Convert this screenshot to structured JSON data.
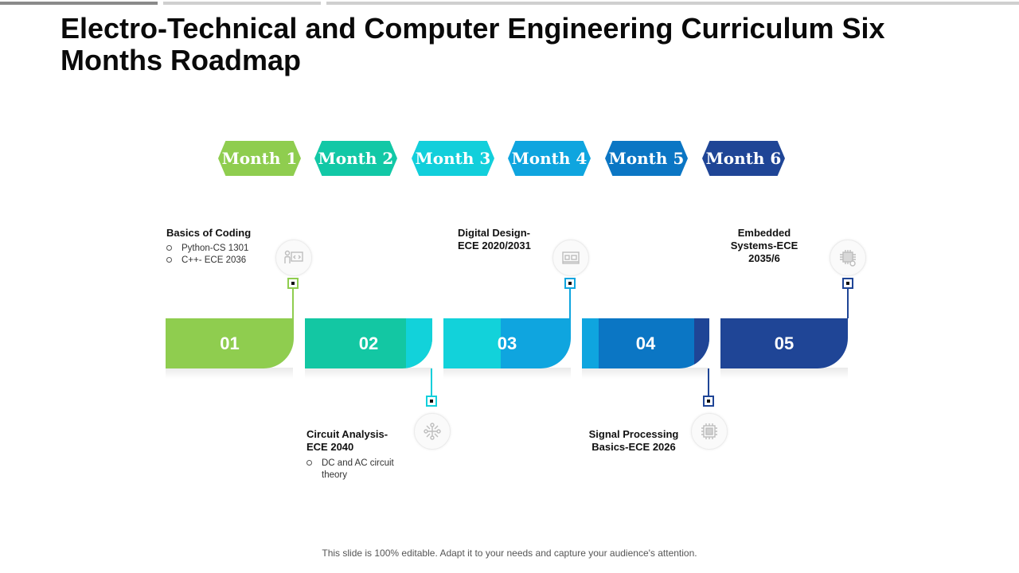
{
  "title": "Electro-Technical and Computer Engineering Curriculum Six Months Roadmap",
  "months": [
    {
      "label": "Month 1",
      "color": "#8fcd4f"
    },
    {
      "label": "Month 2",
      "color": "#12c8a6"
    },
    {
      "label": "Month 3",
      "color": "#12cfdb"
    },
    {
      "label": "Month 4",
      "color": "#0fa5df"
    },
    {
      "label": "Month 5",
      "color": "#0b76c4"
    },
    {
      "label": "Month 6",
      "color": "#1f4596"
    }
  ],
  "stages": [
    {
      "number": "01",
      "title": "Basics of Coding",
      "bullets": [
        "Python-CS 1301",
        "C++- ECE 2036"
      ],
      "color": "#8fcd4f",
      "icon": "code-presentation-icon"
    },
    {
      "number": "02",
      "title": "Circuit Analysis-\nECE 2040",
      "bullets": [
        "DC and AC circuit",
        "theory"
      ],
      "color": "#13c7a3",
      "icon": "circuit-icon"
    },
    {
      "number": "03",
      "title": "Digital Design-\nECE 2020/2031",
      "bullets": [],
      "color": "#0fa5df",
      "icon": "digital-board-icon"
    },
    {
      "number": "04",
      "title": "Signal Processing\nBasics-ECE 2026",
      "bullets": [],
      "color": "#1f4596",
      "icon": "chip-signal-icon"
    },
    {
      "number": "05",
      "title": "Embedded\nSystems-ECE\n2035/6",
      "bullets": [],
      "color": "#1f4596",
      "icon": "cpu-gear-icon"
    }
  ],
  "footer": "This slide is 100% editable. Adapt it to your needs and capture your audience's attention."
}
